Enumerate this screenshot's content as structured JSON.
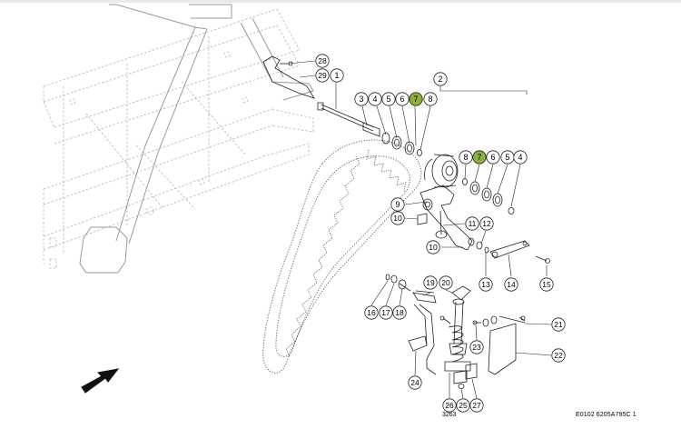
{
  "drawing": {
    "document_code": "E0102 6205A795C 1",
    "sub_number": "3263",
    "highlight_color": "#8db13b",
    "callouts": [
      {
        "id": "c28",
        "label": "28",
        "highlight": false
      },
      {
        "id": "c29",
        "label": "29",
        "highlight": false
      },
      {
        "id": "c1",
        "label": "1",
        "highlight": false
      },
      {
        "id": "c2",
        "label": "2",
        "highlight": false
      },
      {
        "id": "c3a",
        "label": "3",
        "highlight": false
      },
      {
        "id": "c4a",
        "label": "4",
        "highlight": false
      },
      {
        "id": "c5a",
        "label": "5",
        "highlight": false
      },
      {
        "id": "c6a",
        "label": "6",
        "highlight": false
      },
      {
        "id": "c7a",
        "label": "7",
        "highlight": true
      },
      {
        "id": "c8a",
        "label": "8",
        "highlight": false
      },
      {
        "id": "c8b",
        "label": "8",
        "highlight": false
      },
      {
        "id": "c7b",
        "label": "7",
        "highlight": true
      },
      {
        "id": "c6b",
        "label": "6",
        "highlight": false
      },
      {
        "id": "c5b",
        "label": "5",
        "highlight": false
      },
      {
        "id": "c4b",
        "label": "4",
        "highlight": false
      },
      {
        "id": "c9",
        "label": "9",
        "highlight": false
      },
      {
        "id": "c10a",
        "label": "10",
        "highlight": false
      },
      {
        "id": "c11",
        "label": "11",
        "highlight": false
      },
      {
        "id": "c12",
        "label": "12",
        "highlight": false
      },
      {
        "id": "c10b",
        "label": "10",
        "highlight": false
      },
      {
        "id": "c13",
        "label": "13",
        "highlight": false
      },
      {
        "id": "c14",
        "label": "14",
        "highlight": false
      },
      {
        "id": "c15",
        "label": "15",
        "highlight": false
      },
      {
        "id": "c16",
        "label": "16",
        "highlight": false
      },
      {
        "id": "c17",
        "label": "17",
        "highlight": false
      },
      {
        "id": "c18",
        "label": "18",
        "highlight": false
      },
      {
        "id": "c19",
        "label": "19",
        "highlight": false
      },
      {
        "id": "c20",
        "label": "20",
        "highlight": false
      },
      {
        "id": "c21",
        "label": "21",
        "highlight": false
      },
      {
        "id": "c22",
        "label": "22",
        "highlight": false
      },
      {
        "id": "c23",
        "label": "23",
        "highlight": false
      },
      {
        "id": "c24",
        "label": "24",
        "highlight": false
      },
      {
        "id": "c25",
        "label": "25",
        "highlight": false
      },
      {
        "id": "c26",
        "label": "26",
        "highlight": false
      },
      {
        "id": "c27",
        "label": "27",
        "highlight": false
      }
    ]
  }
}
